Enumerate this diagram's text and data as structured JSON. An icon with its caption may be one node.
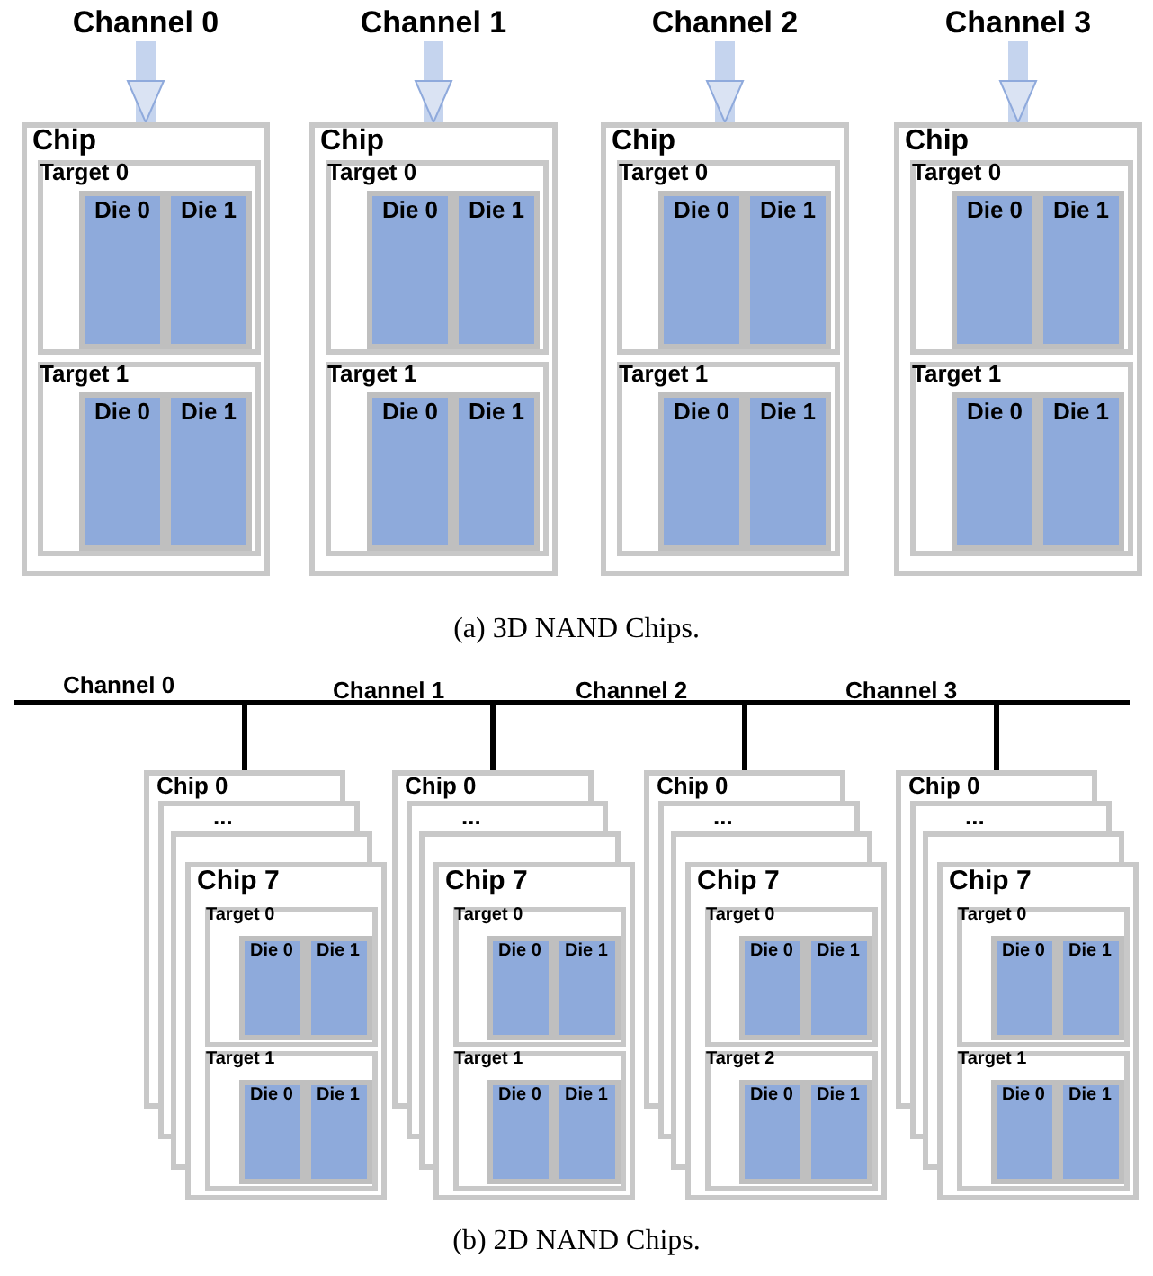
{
  "diagram": {
    "nodes": [
      {
        "text": [
          "Channel 0"
        ]
      },
      {
        "text": [
          "Chip"
        ]
      },
      {
        "text": [
          "Target 0"
        ],
        "in": 1
      },
      {
        "text": [
          "Die 0"
        ],
        "in": 2
      },
      {
        "text": [
          "Die 1"
        ],
        "in": 2
      },
      {
        "text": [
          "Target 1"
        ],
        "in": 1
      },
      {
        "text": [
          "Die 0"
        ],
        "in": 5
      },
      {
        "text": [
          "Die 1"
        ],
        "in": 5
      },
      {
        "text": [
          "Channel 1"
        ]
      },
      {
        "text": [
          "Chip"
        ]
      },
      {
        "text": [
          "Target 0"
        ],
        "in": 9
      },
      {
        "text": [
          "Die 0"
        ],
        "in": 10
      },
      {
        "text": [
          "Die 1"
        ],
        "in": 10
      },
      {
        "text": [
          "Target 1"
        ],
        "in": 9
      },
      {
        "text": [
          "Die 0"
        ],
        "in": 13
      },
      {
        "text": [
          "Die 1"
        ],
        "in": 13
      },
      {
        "text": [
          "Channel 2"
        ]
      },
      {
        "text": [
          "Chip"
        ]
      },
      {
        "text": [
          "Target 0"
        ],
        "in": 17
      },
      {
        "text": [
          "Die 0"
        ],
        "in": 18
      },
      {
        "text": [
          "Die 1"
        ],
        "in": 18
      },
      {
        "text": [
          "Target 1"
        ],
        "in": 17
      },
      {
        "text": [
          "Die 0"
        ],
        "in": 21
      },
      {
        "text": [
          "Die 1"
        ],
        "in": 21
      },
      {
        "text": [
          "Channel 3"
        ]
      },
      {
        "text": [
          "Chip"
        ]
      },
      {
        "text": [
          "Target 0"
        ],
        "in": 25
      },
      {
        "text": [
          "Die 0"
        ],
        "in": 26
      },
      {
        "text": [
          "Die 1"
        ],
        "in": 26
      },
      {
        "text": [
          "Target 1"
        ],
        "in": 25
      },
      {
        "text": [
          "Die 0"
        ],
        "in": 29
      },
      {
        "text": [
          "Die 1"
        ],
        "in": 29
      },
      {
        "text": [],
        "shape": "bar"
      },
      {
        "text": [
          "Chip 0"
        ]
      },
      {
        "text": [
          "..."
        ]
      },
      {
        "text": [],
        "shape": "box"
      },
      {
        "text": [
          "Chip 7"
        ]
      },
      {
        "text": [
          "Target 0"
        ],
        "in": 36
      },
      {
        "text": [
          "Die 0"
        ],
        "in": 37
      },
      {
        "text": [
          "Die 1"
        ],
        "in": 37
      },
      {
        "text": [
          "Target 1"
        ],
        "in": 36
      },
      {
        "text": [
          "Die 0"
        ],
        "in": 40
      },
      {
        "text": [
          "Die 1"
        ],
        "in": 40
      },
      {
        "text": [
          "Chip 0"
        ]
      },
      {
        "text": [
          "..."
        ]
      },
      {
        "text": [],
        "shape": "box"
      },
      {
        "text": [
          "Chip 7"
        ]
      },
      {
        "text": [
          "Target 0"
        ],
        "in": 46
      },
      {
        "text": [
          "Die 0"
        ],
        "in": 47
      },
      {
        "text": [
          "Die 1"
        ],
        "in": 47
      },
      {
        "text": [
          "Target 1"
        ],
        "in": 46
      },
      {
        "text": [
          "Die 0"
        ],
        "in": 50
      },
      {
        "text": [
          "Die 1"
        ],
        "in": 50
      },
      {
        "text": [
          "Chip 0"
        ]
      },
      {
        "text": [
          "..."
        ]
      },
      {
        "text": [],
        "shape": "box"
      },
      {
        "text": [
          "Chip 7"
        ]
      },
      {
        "text": [
          "Target 0"
        ],
        "in": 56
      },
      {
        "text": [
          "Die 0"
        ],
        "in": 57
      },
      {
        "text": [
          "Die 1"
        ],
        "in": 57
      },
      {
        "text": [
          "Target 2"
        ],
        "in": 56
      },
      {
        "text": [
          "Die 0"
        ],
        "in": 60
      },
      {
        "text": [
          "Die 1"
        ],
        "in": 60
      },
      {
        "text": [
          "Chip 0"
        ]
      },
      {
        "text": [
          "..."
        ]
      },
      {
        "text": [],
        "shape": "box"
      },
      {
        "text": [
          "Chip 7"
        ]
      },
      {
        "text": [
          "Target 0"
        ],
        "in": 66
      },
      {
        "text": [
          "Die 0"
        ],
        "in": 67
      },
      {
        "text": [
          "Die 1"
        ],
        "in": 67
      },
      {
        "text": [
          "Target 1"
        ],
        "in": 66
      },
      {
        "text": [
          "Die 0"
        ],
        "in": 70
      },
      {
        "text": [
          "Die 1"
        ],
        "in": 70
      }
    ],
    "edges": [
      {
        "from": 0,
        "to": 1,
        "arrow": "to",
        "style": "thick",
        "color": "#c5d4ee"
      },
      {
        "from": 8,
        "to": 9,
        "arrow": "to",
        "style": "thick",
        "color": "#c5d4ee"
      },
      {
        "from": 16,
        "to": 17,
        "arrow": "to",
        "style": "thick",
        "color": "#c5d4ee"
      },
      {
        "from": 24,
        "to": 25,
        "arrow": "to",
        "style": "thick",
        "color": "#c5d4ee"
      },
      {
        "from": 32,
        "to": 33,
        "arrow": "none",
        "color": "#000000"
      },
      {
        "from": 32,
        "to": 43,
        "arrow": "none",
        "color": "#000000"
      },
      {
        "from": 32,
        "to": 53,
        "arrow": "none",
        "color": "#000000"
      },
      {
        "from": 32,
        "to": 63,
        "arrow": "none",
        "color": "#000000"
      }
    ],
    "labels": [
      "(a) 3D NAND Chips.",
      "Channel 0",
      "Channel 1",
      "Channel 2",
      "Channel 3",
      "(b) 2D NAND Chips."
    ]
  }
}
